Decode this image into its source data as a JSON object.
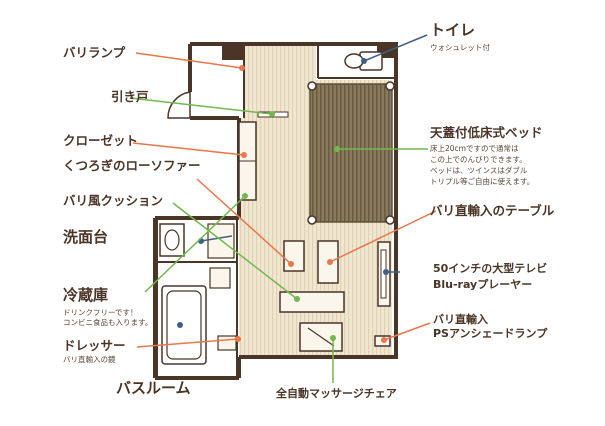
{
  "colors": {
    "wall": "#4a3527",
    "floor": "#f0e7d3",
    "stripe": "#e2d2b4",
    "bed": "#7a6a4e",
    "bed_line": "#5f523c",
    "orange_line": "#e8774a",
    "blue_line": "#3f5f86",
    "green_line": "#72b84e",
    "label": "#4a3527",
    "furniture": "#fbf6ec"
  },
  "labels": {
    "bali_lamp": "バリランプ",
    "sliding_door": "引き戸",
    "closet": "クローゼット",
    "low_sofa": "くつろぎのローソファー",
    "bali_cushion": "バリ風クッション",
    "washbasin": "洗面台",
    "fridge": "冷蔵庫",
    "fridge_note_1": "ドリンクフリーです！",
    "fridge_note_2": "コンビニ食品も入ります。",
    "dresser": "ドレッサー",
    "dresser_note": "バリ直輸入の鏡",
    "bathroom": "バスルーム",
    "toilet": "トイレ",
    "toilet_note": "ウォシュレット付",
    "bed": "天蓋付低床式ベッド",
    "bed_note_1": "床上20cmですので通常は",
    "bed_note_2": "この上でのんびりできます。",
    "bed_note_3": "ベッドは、ツインスはダブル",
    "bed_note_4": "トリプル等ご自由に使えます。",
    "table": "バリ直輸入のテーブル",
    "tv_1": "50インチの大型テレビ",
    "tv_2": "Blu-rayプレーヤー",
    "ps_lamp_1": "バリ直輸入",
    "ps_lamp_2": "PSアンシェードランプ",
    "massage_chair": "全自動マッサージチェア"
  },
  "icons": {
    "wc": "toilet-icon",
    "basin": "washbasin-icon",
    "bath": "bathtub-icon"
  }
}
